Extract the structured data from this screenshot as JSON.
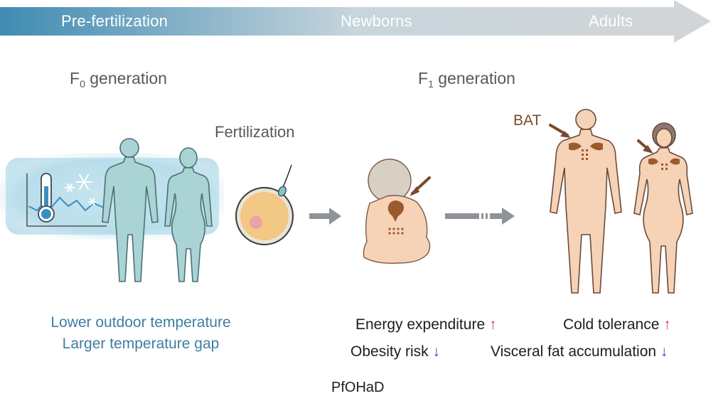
{
  "timeline": {
    "stages": [
      "Pre-fertilization",
      "Newborns",
      "Adults"
    ]
  },
  "generations": {
    "f0": {
      "prefix": "F",
      "sub": "0",
      "suffix": " generation"
    },
    "f1": {
      "prefix": "F",
      "sub": "1",
      "suffix": " generation"
    }
  },
  "fertilization_label": "Fertilization",
  "bat_label": "BAT",
  "conditions": [
    "Lower outdoor temperature",
    "Larger temperature gap"
  ],
  "effects": [
    {
      "label": "Energy expenditure",
      "direction": "up",
      "arrow": "↑"
    },
    {
      "label": "Cold tolerance",
      "direction": "up",
      "arrow": "↑"
    },
    {
      "label": "Obesity risk",
      "direction": "down",
      "arrow": "↓"
    },
    {
      "label": "Visceral fat accumulation",
      "direction": "down",
      "arrow": "↓"
    }
  ],
  "footer_text": "PfOHaD",
  "colors": {
    "timeline_start": "#4a93b8",
    "timeline_end": "#d4d6d8",
    "cold_glow": "#a8d3e4",
    "parent_body": "#a9d3d4",
    "skin": "#f6d2b6",
    "bat": "#9a5a2e",
    "egg": "#f3c784",
    "arrow_gray": "#9a9a9a"
  }
}
